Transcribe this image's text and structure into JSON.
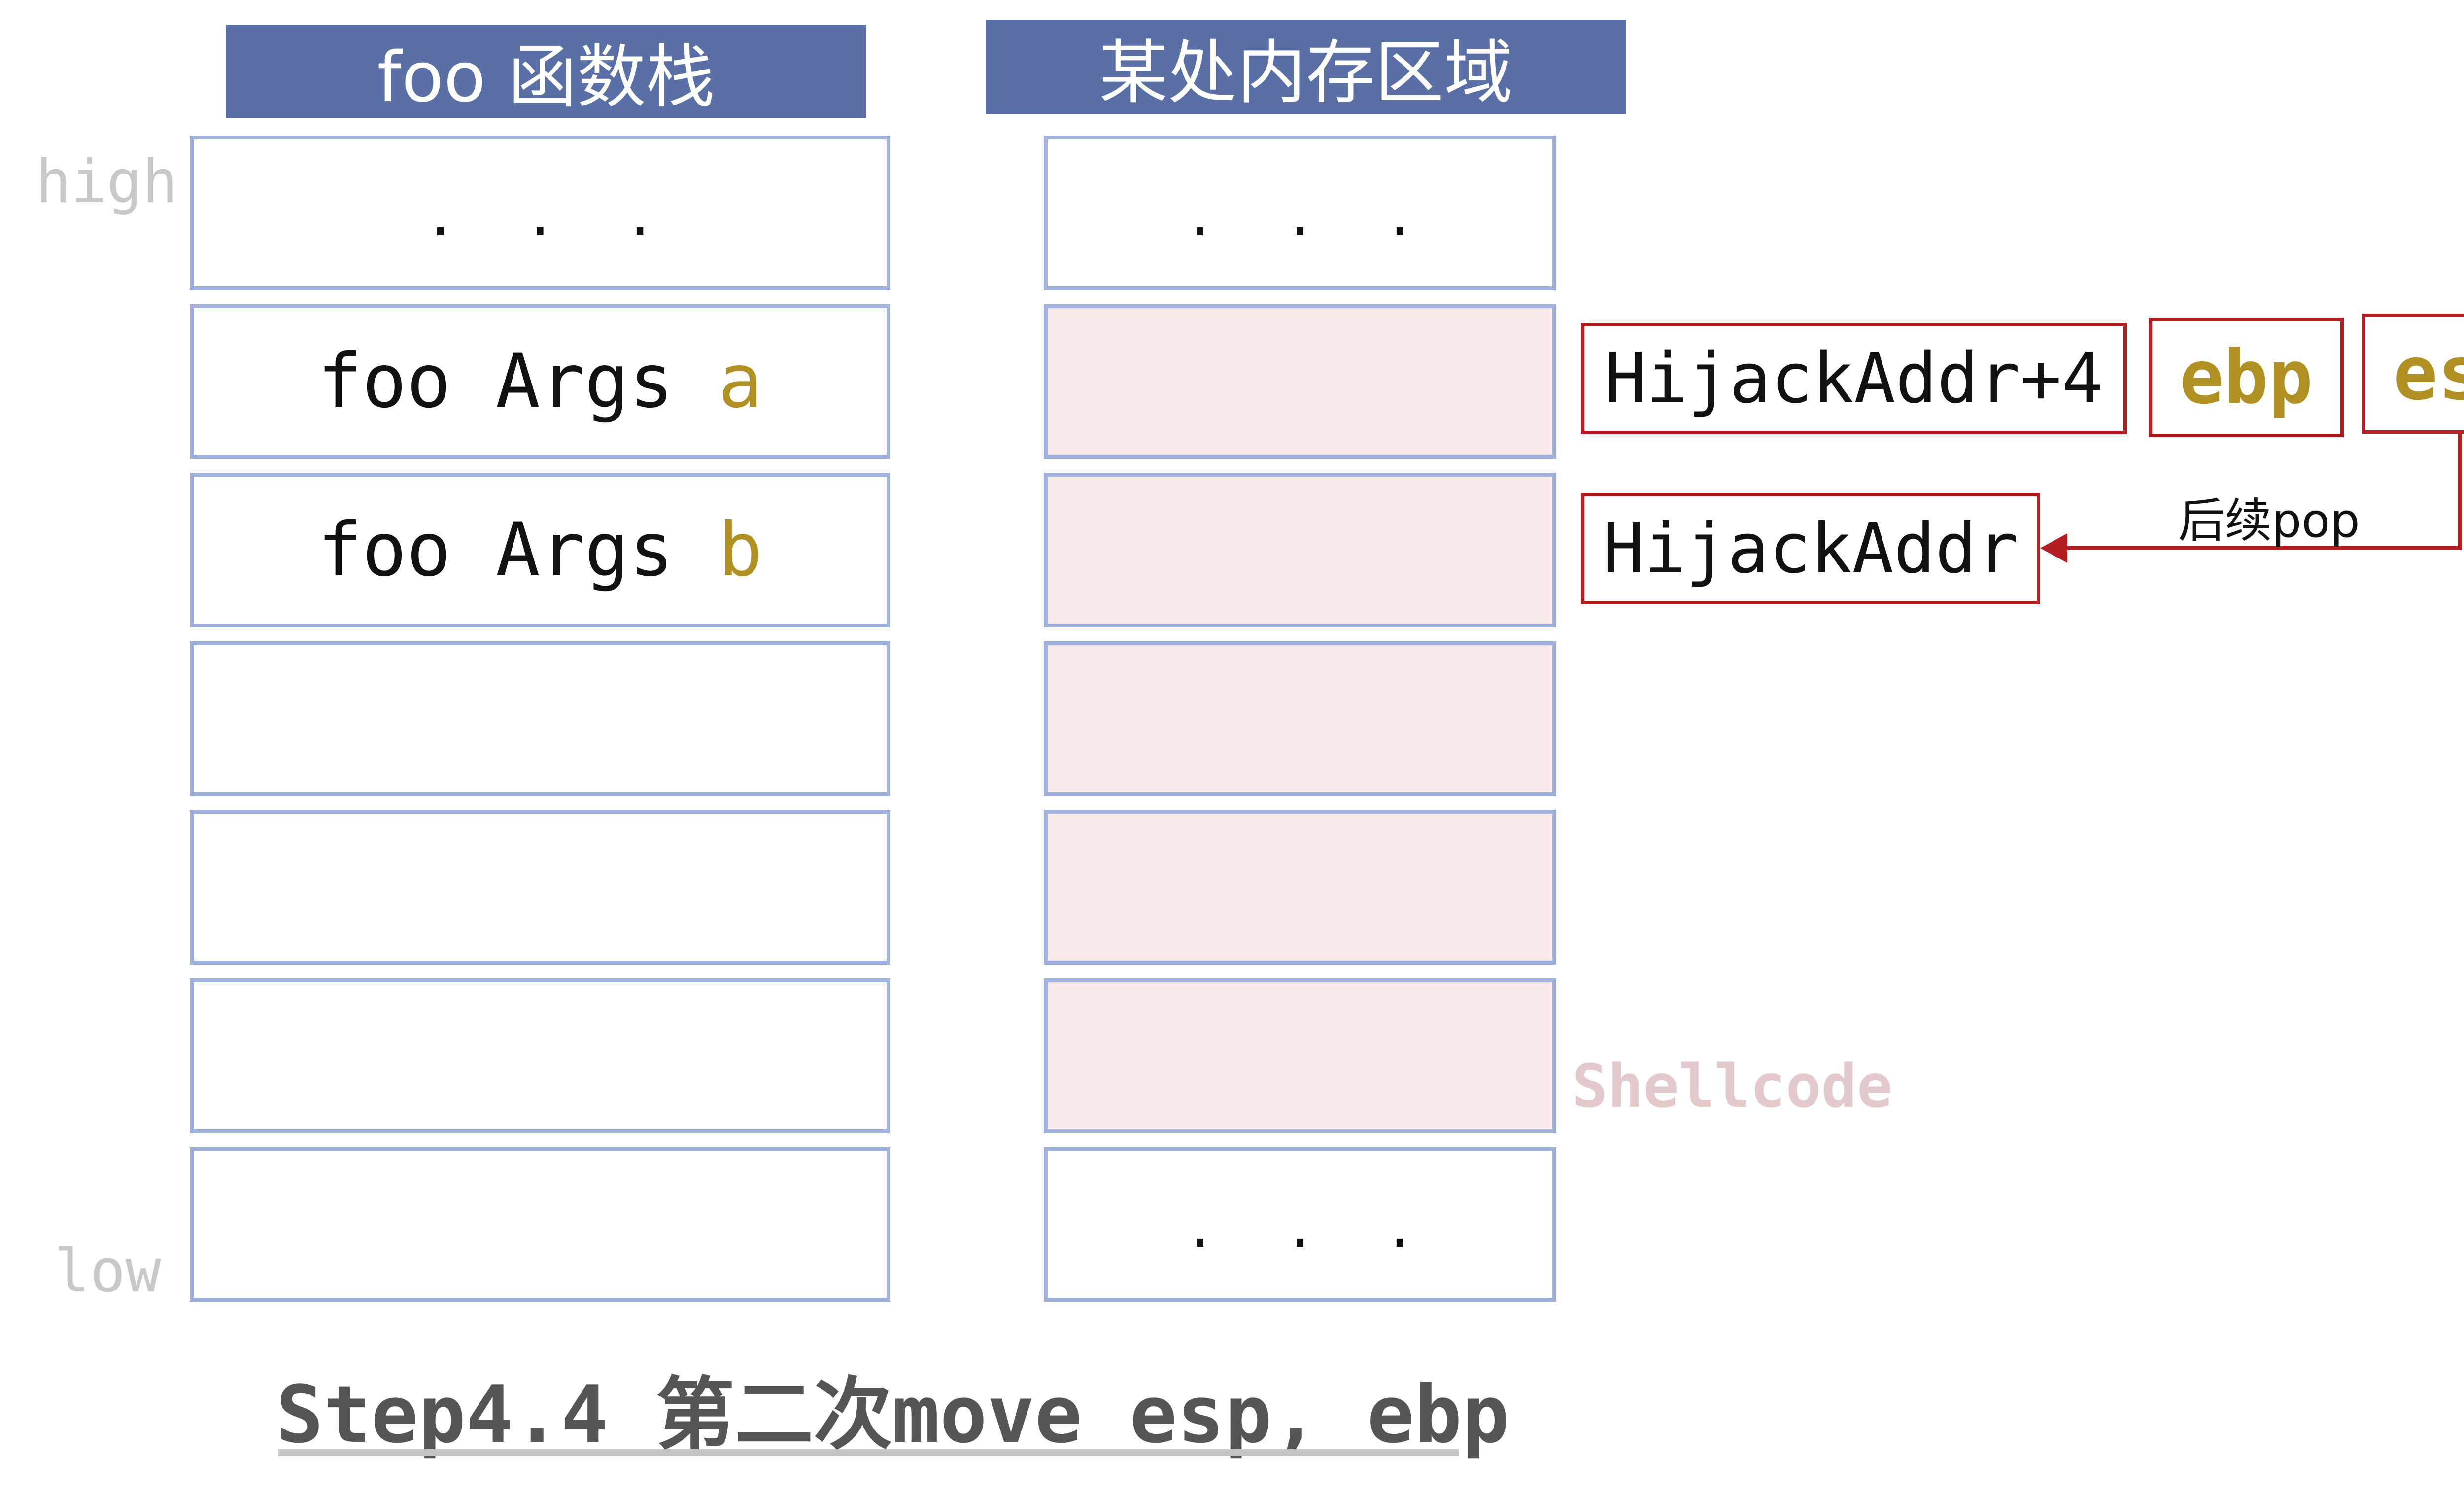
{
  "headers": {
    "left": "foo 函数栈",
    "right": "某处内存区域"
  },
  "labels": {
    "high": "high",
    "low": "low"
  },
  "left_stack": {
    "top": ". . .",
    "arg_a_prefix": "foo Args ",
    "arg_a_var": "a",
    "arg_b_prefix": "foo Args ",
    "arg_b_var": "b"
  },
  "right_stack": {
    "top": ". . .",
    "bottom": ". . .",
    "region_label": "Shellcode"
  },
  "pointers": {
    "hijack_plus4": "HijackAddr+4",
    "hijack": "HijackAddr",
    "ebp": "ebp",
    "esp": "esp",
    "pop_note": "后续pop"
  },
  "caption": "Step4.4 第二次move esp, ebp",
  "colors": {
    "header_bg": "#5a6fa6",
    "cell_border": "#9fb0dc",
    "shellcode_fill": "#f6e9e7",
    "pointer_border": "#b21e22",
    "register_text": "#b19023"
  }
}
